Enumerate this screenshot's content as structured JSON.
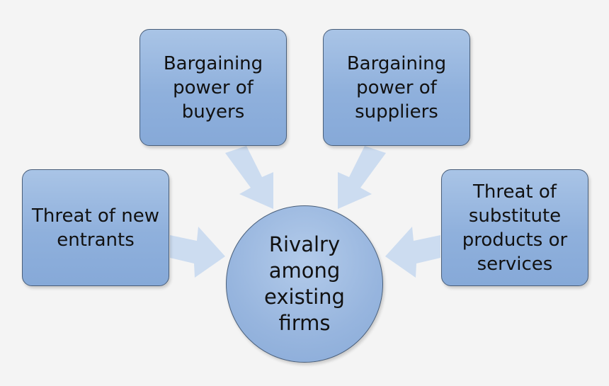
{
  "diagram": {
    "center": {
      "label": "Rivalry\namong\nexisting\nfirms"
    },
    "forces": {
      "buyers": {
        "label": "Bargaining\npower of\nbuyers"
      },
      "suppliers": {
        "label": "Bargaining\npower of\nsuppliers"
      },
      "entrants": {
        "label": "Threat of new\nentrants"
      },
      "substitutes": {
        "label": "Threat of\nsubstitute\nproducts or\nservices"
      }
    },
    "colors": {
      "box_fill": "#8fb0dc",
      "box_border": "#4a5f7a",
      "arrow_fill": "#c8d9ef",
      "background": "#f4f4f4"
    }
  }
}
